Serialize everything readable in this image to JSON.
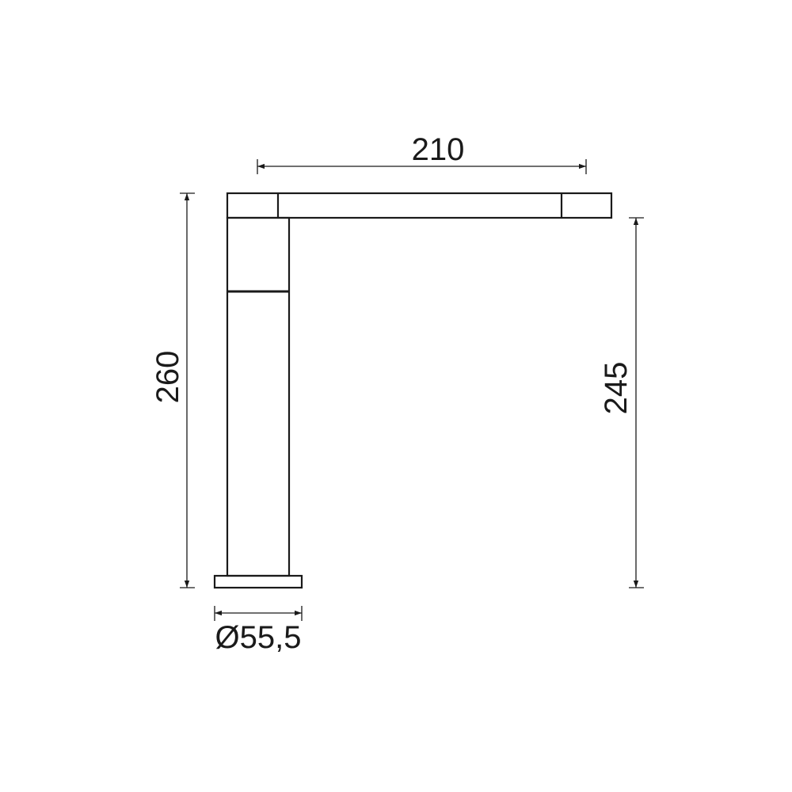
{
  "dimensions": {
    "spout_length": "210",
    "total_height": "260",
    "spout_height": "245",
    "base_diameter": "Ø55,5"
  },
  "colors": {
    "line": "#1a1a1a",
    "background": "#ffffff"
  }
}
